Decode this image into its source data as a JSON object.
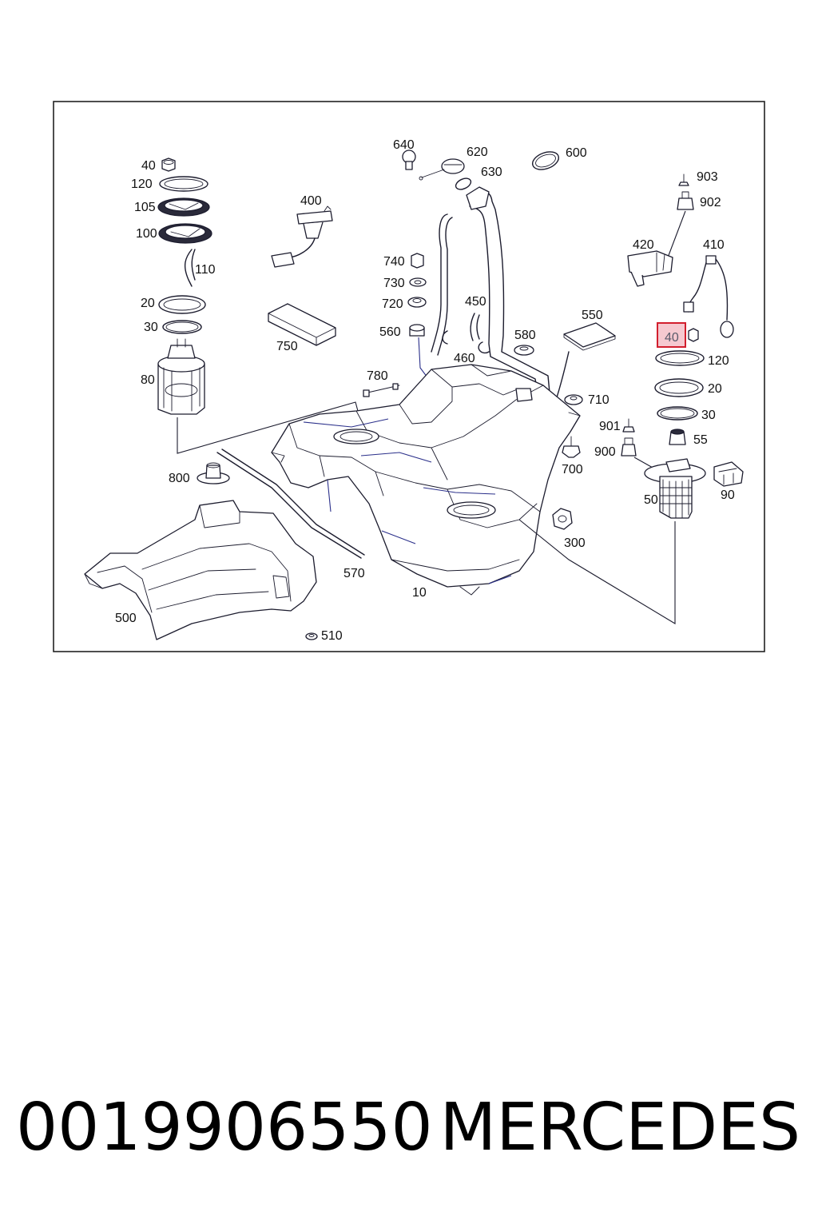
{
  "callouts": [
    {
      "id": "c40a",
      "text": "40"
    },
    {
      "id": "c120a",
      "text": "120"
    },
    {
      "id": "c105",
      "text": "105"
    },
    {
      "id": "c100",
      "text": "100"
    },
    {
      "id": "c110",
      "text": "110"
    },
    {
      "id": "c20a",
      "text": "20"
    },
    {
      "id": "c30a",
      "text": "30"
    },
    {
      "id": "c80",
      "text": "80"
    },
    {
      "id": "c400",
      "text": "400"
    },
    {
      "id": "c750",
      "text": "750"
    },
    {
      "id": "c640",
      "text": "640"
    },
    {
      "id": "c620",
      "text": "620"
    },
    {
      "id": "c630",
      "text": "630"
    },
    {
      "id": "c600",
      "text": "600"
    },
    {
      "id": "c740",
      "text": "740"
    },
    {
      "id": "c730",
      "text": "730"
    },
    {
      "id": "c720",
      "text": "720"
    },
    {
      "id": "c560",
      "text": "560"
    },
    {
      "id": "c450",
      "text": "450"
    },
    {
      "id": "c460",
      "text": "460"
    },
    {
      "id": "c580",
      "text": "580"
    },
    {
      "id": "c550",
      "text": "550"
    },
    {
      "id": "c780",
      "text": "780"
    },
    {
      "id": "c710",
      "text": "710"
    },
    {
      "id": "c903",
      "text": "903"
    },
    {
      "id": "c902",
      "text": "902"
    },
    {
      "id": "c420",
      "text": "420"
    },
    {
      "id": "c410",
      "text": "410"
    },
    {
      "id": "c40b",
      "text": "40"
    },
    {
      "id": "c120b",
      "text": "120"
    },
    {
      "id": "c20b",
      "text": "20"
    },
    {
      "id": "c30b",
      "text": "30"
    },
    {
      "id": "c55",
      "text": "55"
    },
    {
      "id": "c901",
      "text": "901"
    },
    {
      "id": "c900",
      "text": "900"
    },
    {
      "id": "c700",
      "text": "700"
    },
    {
      "id": "c50",
      "text": "50"
    },
    {
      "id": "c90",
      "text": "90"
    },
    {
      "id": "c800",
      "text": "800"
    },
    {
      "id": "c300",
      "text": "300"
    },
    {
      "id": "c570",
      "text": "570"
    },
    {
      "id": "c10",
      "text": "10"
    },
    {
      "id": "c500",
      "text": "500"
    },
    {
      "id": "c510",
      "text": "510"
    }
  ],
  "highlighted_callout": "40",
  "highlight_color": "#d21f2e",
  "caption": {
    "part_number": "0019906550",
    "brand": "MERCEDES"
  }
}
